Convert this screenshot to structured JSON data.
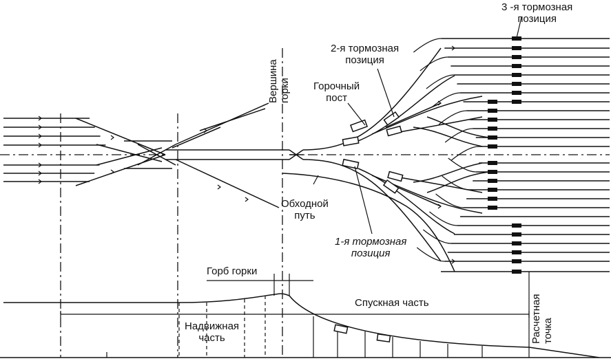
{
  "labels": {
    "brake3_line1": "3 -я тормозная",
    "brake3_line2": "позиция",
    "brake2_line1": "2-я тормозная",
    "brake2_line2": "позиция",
    "hill_post_line1": "Горочный",
    "hill_post_line2": "пост",
    "hill_top_line1": "Вершина",
    "hill_top_line2": "горки",
    "bypass_line1": "Обходной",
    "bypass_line2": "путь",
    "brake1_line1": "1-я тормозная",
    "brake1_line2": "позиция",
    "hump": "Горб горки",
    "descent": "Спускная часть",
    "push_line1": "Надвижная",
    "push_line2": "часть",
    "calc_line1": "Расчетная",
    "calc_line2": "точка"
  }
}
